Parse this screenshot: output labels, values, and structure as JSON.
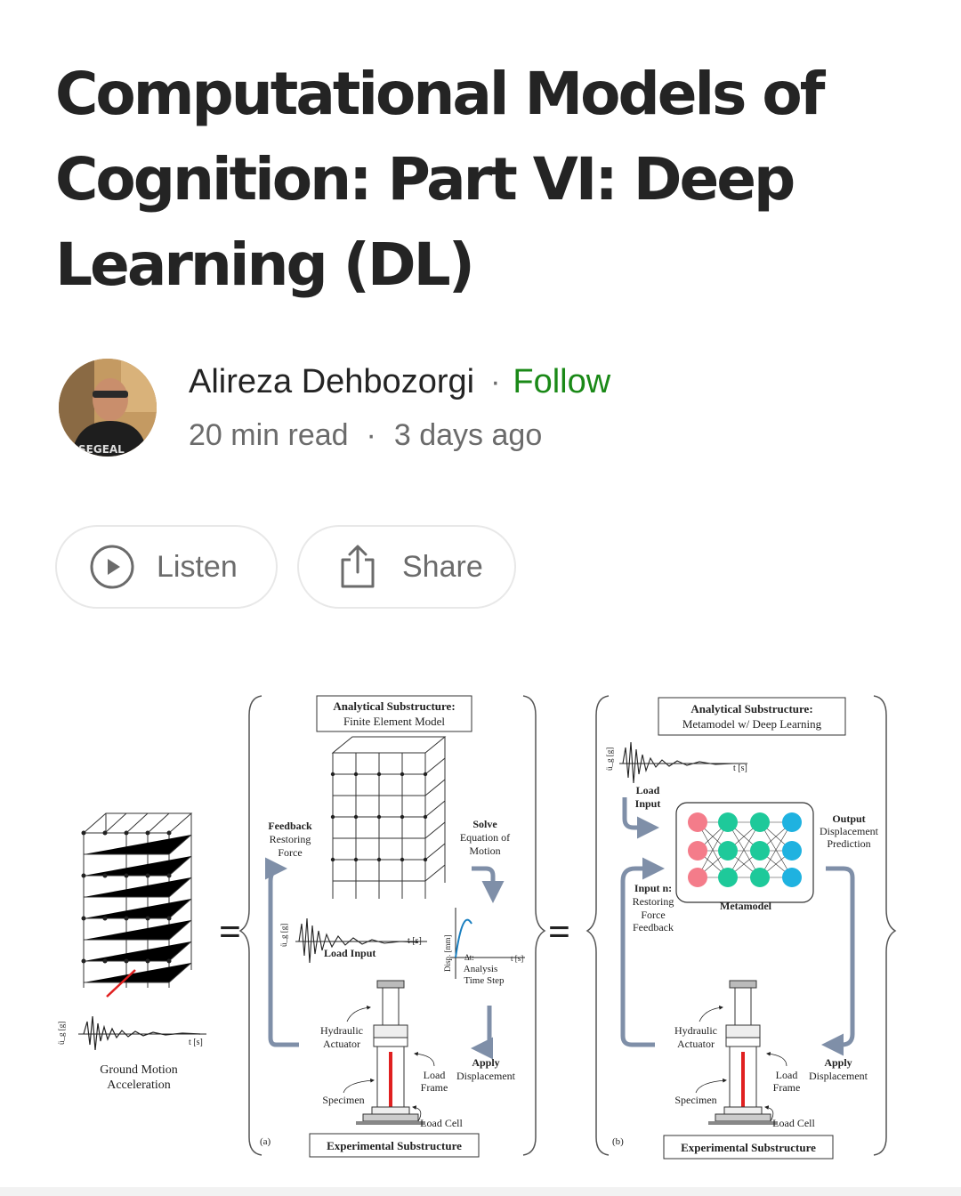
{
  "article": {
    "title": "Computational Models of Cognition: Part VI: Deep Learning (DL)",
    "author": "Alireza Dehbozorgi",
    "separator": "·",
    "follow_label": "Follow",
    "read_time": "20 min read",
    "published": "3 days ago"
  },
  "actions": {
    "listen_label": "Listen",
    "share_label": "Share"
  },
  "avatar": {
    "shirt_text": "SEGEAL"
  },
  "colors": {
    "accent_follow": "#1a8917",
    "text_primary": "#242424",
    "text_secondary": "#6b6b6b"
  },
  "figure": {
    "panel_a": {
      "analytical_title_1": "Analytical Substructure:",
      "analytical_title_2": "Finite Element Model",
      "feedback_1": "Feedback",
      "feedback_2": "Restoring",
      "feedback_3": "Force",
      "solve_1": "Solve",
      "solve_2": "Equation of",
      "solve_3": "Motion",
      "load_input": "Load Input",
      "ug_axis": "ü_g [g]",
      "t_axis": "t [s]",
      "disp_axis": "Disp. [mm]",
      "dt_label": "Δt:",
      "analysis_1": "Analysis",
      "analysis_2": "Time Step",
      "hydraulic_1": "Hydraulic",
      "hydraulic_2": "Actuator",
      "apply_1": "Apply",
      "apply_2": "Displacement",
      "load_frame_1": "Load",
      "load_frame_2": "Frame",
      "specimen": "Specimen",
      "load_cell": "Load Cell",
      "tag": "(a)",
      "experimental": "Experimental Substructure"
    },
    "panel_b": {
      "analytical_title_1": "Analytical Substructure:",
      "analytical_title_2": "Metamodel w/ Deep Learning",
      "load_input_1": "Load",
      "load_input_2": "Input",
      "output_1": "Output",
      "output_2": "Displacement",
      "output_3": "Prediction",
      "input_n_1": "Input n:",
      "input_n_2": "Restoring",
      "input_n_3": "Force",
      "input_n_4": "Feedback",
      "metamodel": "Metamodel",
      "tag": "(b)",
      "experimental": "Experimental Substructure"
    },
    "left": {
      "ground_1": "Ground Motion",
      "ground_2": "Acceleration"
    },
    "equals": "="
  }
}
